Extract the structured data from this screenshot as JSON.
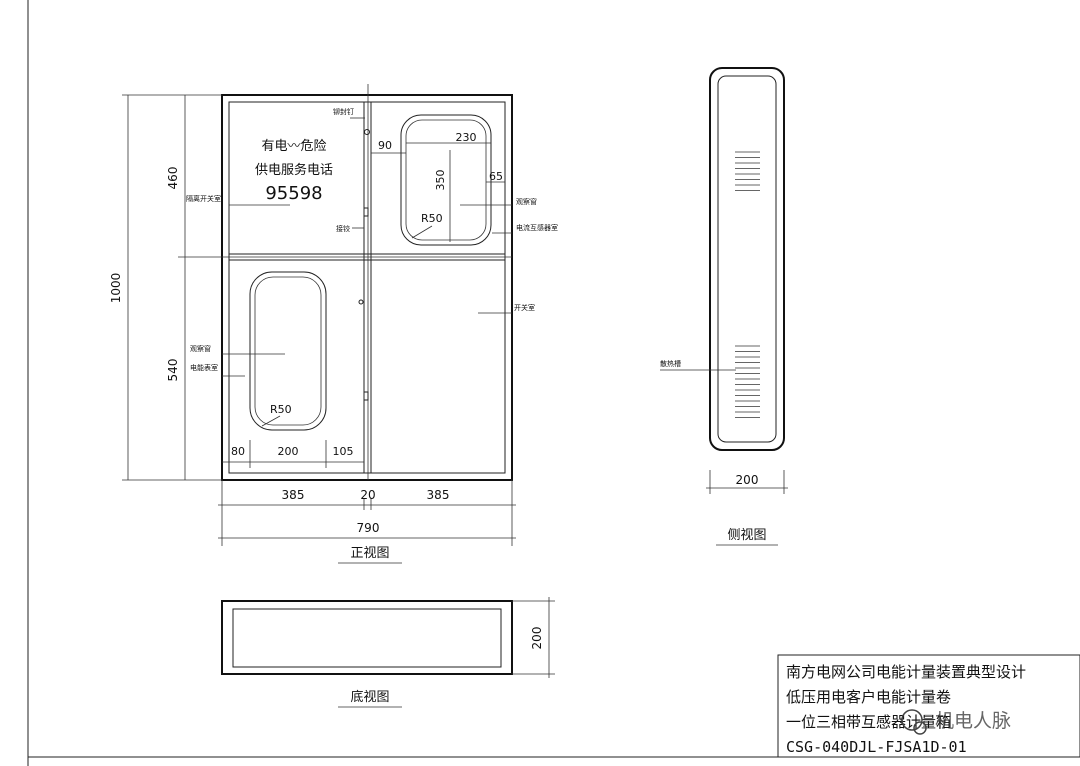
{
  "front_view": {
    "title": "正视图",
    "warning_line1": "有电〰危险",
    "warning_line2": "供电服务电话",
    "phone": "95598",
    "labels": {
      "rivet": "铆封钉",
      "hinge": "接铰",
      "isolation_switch_room": "隔离开关室",
      "observation_window_top": "观察窗",
      "ct_room": "电流互感器室",
      "switch_room": "开关室",
      "observation_window_bottom": "观察窗",
      "meter_room": "电能表室"
    },
    "dims": {
      "total_height": "1000",
      "upper_height": "460",
      "lower_height": "540",
      "win_top_width": "230",
      "win_top_offset": "90",
      "win_top_height": "350",
      "win_top_right_margin": "65",
      "radius_top": "R50",
      "radius_bottom": "R50",
      "bottom_left_margin": "80",
      "bottom_window_width": "200",
      "bottom_right_margin": "105",
      "left_width": "385",
      "gap": "20",
      "right_width": "385",
      "total_width": "790"
    }
  },
  "side_view": {
    "title": "侧视图",
    "label_vent": "散热槽",
    "dim_depth": "200"
  },
  "bottom_view": {
    "title": "底视图",
    "dim_depth": "200"
  },
  "title_block": {
    "line1": "南方电网公司电能计量装置典型设计",
    "line2": "低压用电客户电能计量卷",
    "line3": "一位三相带互感器计量箱",
    "line4": "CSG-040DJL-FJSA1D-01"
  },
  "watermark": "机电人脉"
}
